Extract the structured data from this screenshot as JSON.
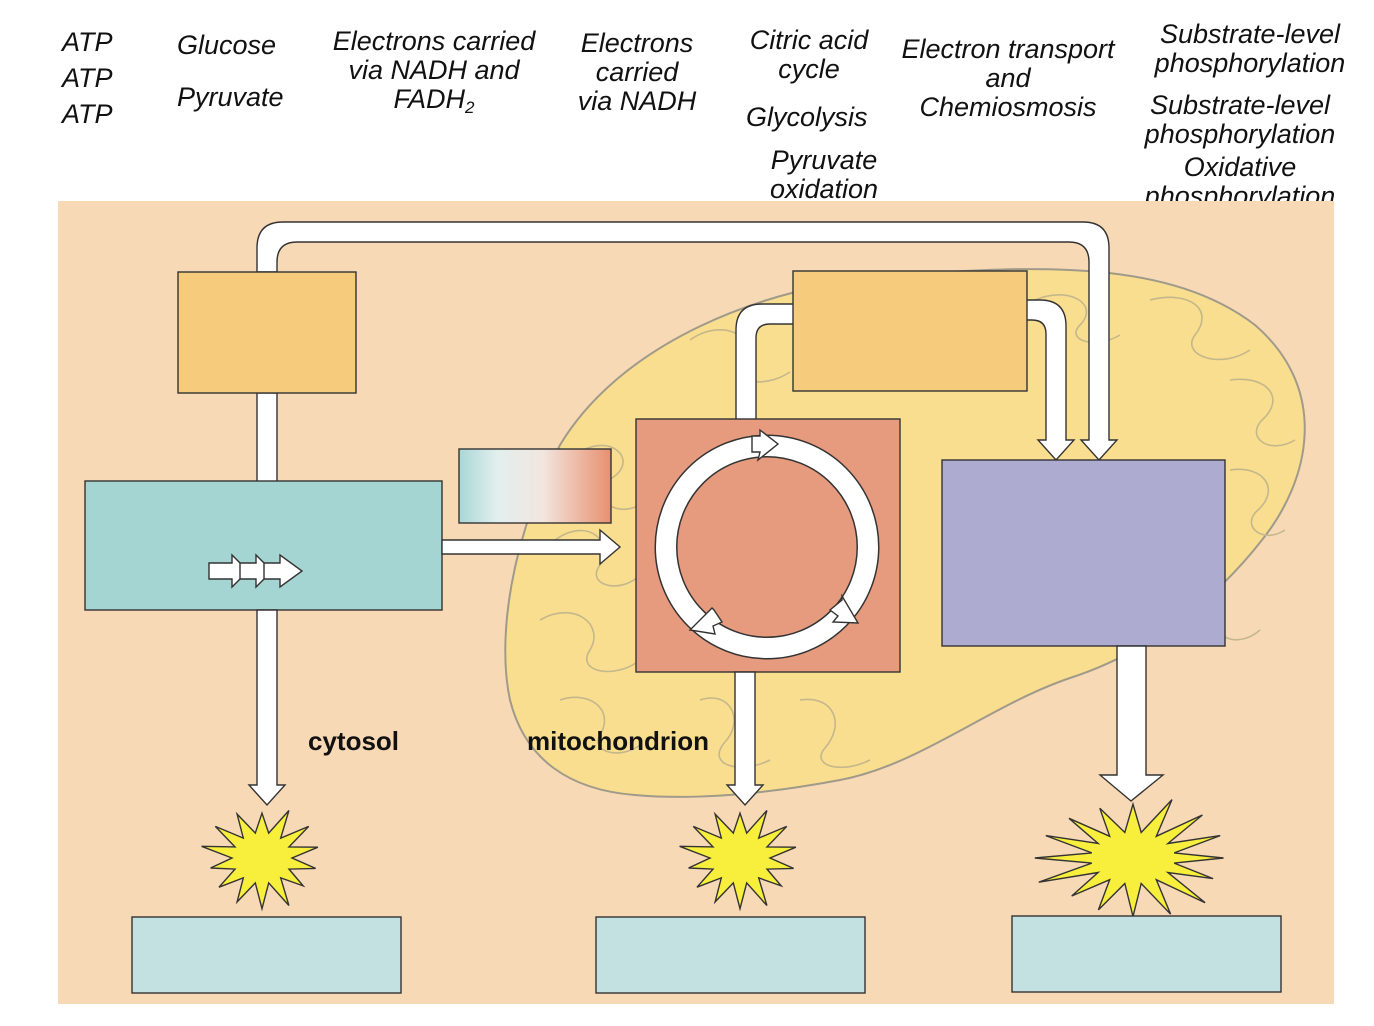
{
  "word_bank": {
    "atp_1": "ATP",
    "atp_2": "ATP",
    "atp_3": "ATP",
    "glucose": "Glucose",
    "pyruvate": "Pyruvate",
    "electrons_nadh_fadh2": {
      "line1": "Electrons carried",
      "line2": "via NADH and",
      "line3_main": "FADH",
      "line3_sub": "2"
    },
    "electrons_nadh": {
      "line1": "Electrons",
      "line2": "carried",
      "line3": "via NADH"
    },
    "citric_acid_cycle": {
      "line1": "Citric acid",
      "line2": "cycle"
    },
    "glycolysis": "Glycolysis",
    "pyruvate_oxidation": {
      "line1": "Pyruvate",
      "line2": "oxidation"
    },
    "electron_transport": {
      "line1": "Electron transport",
      "line2": "and",
      "line3": "Chemiosmosis"
    },
    "substrate_level_1": {
      "line1": "Substrate-level",
      "line2": "phosphorylation"
    },
    "substrate_level_2": {
      "line1": "Substrate-level",
      "line2": "phosphorylation"
    },
    "oxidative_phosphorylation": {
      "line1": "Oxidative",
      "line2": "phosphorylation"
    }
  },
  "diagram": {
    "cytosol_label": "cytosol",
    "mitochondrion_label": "mitochondrion"
  },
  "colors": {
    "cell_background": "#f8d9b5",
    "mitochondrion_fill": "#f9de8f",
    "mitochondrion_outline": "#a09a8a",
    "electron_box": "#f6cc7c",
    "glycolysis_box": "#a5d5d3",
    "citric_box": "#e69a7e",
    "etc_box": "#aeabd0",
    "answer_box": "#c2e1e0",
    "atp_burst": "#f8ee3c",
    "arrow_fill": "#ffffff",
    "outline": "#333333"
  }
}
